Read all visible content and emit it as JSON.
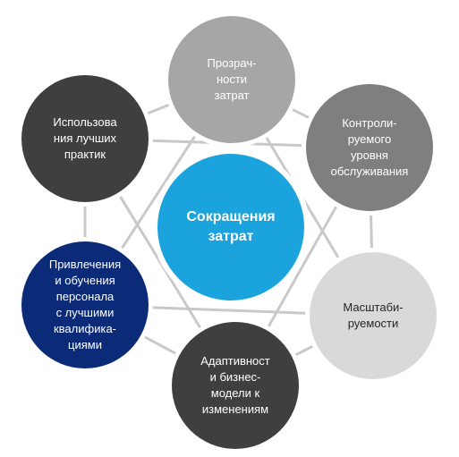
{
  "colors": {
    "link": "#c9c9c9",
    "center": "#1aa3dc",
    "light_gray": "#a6a6a6",
    "mid_gray": "#7f7f7f",
    "pale_gray": "#d9d9d9",
    "dark_gray": "#3f3f3f",
    "navy": "#0b2a78"
  },
  "diagram": {
    "center": {
      "label": "Сокращения\nзатрат"
    },
    "nodes": [
      {
        "id": "transparency",
        "label": "Прозрач-\nности\nзатрат"
      },
      {
        "id": "controlled-service",
        "label": "Контроли-\nруемого\nуровня\nобслуживания"
      },
      {
        "id": "scalability",
        "label": "Масштаби-\nруемости"
      },
      {
        "id": "adaptability",
        "label": "Адаптивност\nи бизнес-\nмодели к\nизменениям"
      },
      {
        "id": "staff-training",
        "label": "Привлечения\nи обучения\nперсонала\nс лучшими\nквалифика-\nциями"
      },
      {
        "id": "best-practices",
        "label": "Использова\nния лучших\nпрактик"
      }
    ]
  }
}
